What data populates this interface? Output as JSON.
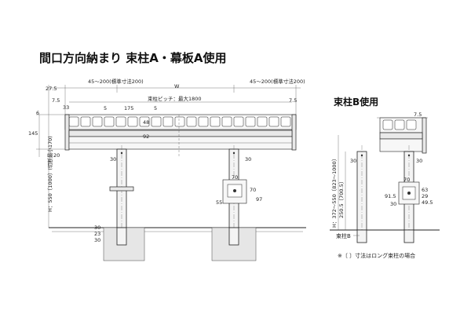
{
  "title": "間口方向納まり 束柱A・幕板A使用",
  "subtitle": "束柱B使用",
  "note": "※〔 〕寸法はロング束柱の場合",
  "labels": {
    "post_b": "束柱B"
  },
  "dims_main": {
    "d_27_5": "27.5",
    "d_7_5_left": "7.5",
    "d_7_5_right": "7.5",
    "d_33": "33",
    "d_6": "6",
    "d_5_a": "5",
    "d_5_b": "5",
    "d_175": "175",
    "d_48": "48",
    "d_92": "92",
    "d_145": "145",
    "d_20": "20",
    "d_30_a": "30",
    "d_30_b": "30",
    "d_30_c": "30",
    "d_30_d": "30",
    "d_23": "23",
    "d_70_a": "70",
    "d_70_b": "70",
    "d_55": "55",
    "d_97": "97",
    "w": "W",
    "overhang_left": "45～200(標準寸法200)",
    "overhang_right": "45～200(標準寸法200)",
    "pitch": "束柱ピッチ：最大1800",
    "height_left": "H：550〔1000〕(切断最小170)"
  },
  "dims_b": {
    "d_7_5": "7.5",
    "d_30_a": "30",
    "d_30_b": "30",
    "d_30_c": "30",
    "d_70": "70",
    "d_91_5": "91.5",
    "d_63": "63",
    "d_49_5": "49.5",
    "d_29": "29",
    "height_b": "H：372～550〔823～1000〕",
    "height_b2": "250.5〔700.5〕"
  }
}
